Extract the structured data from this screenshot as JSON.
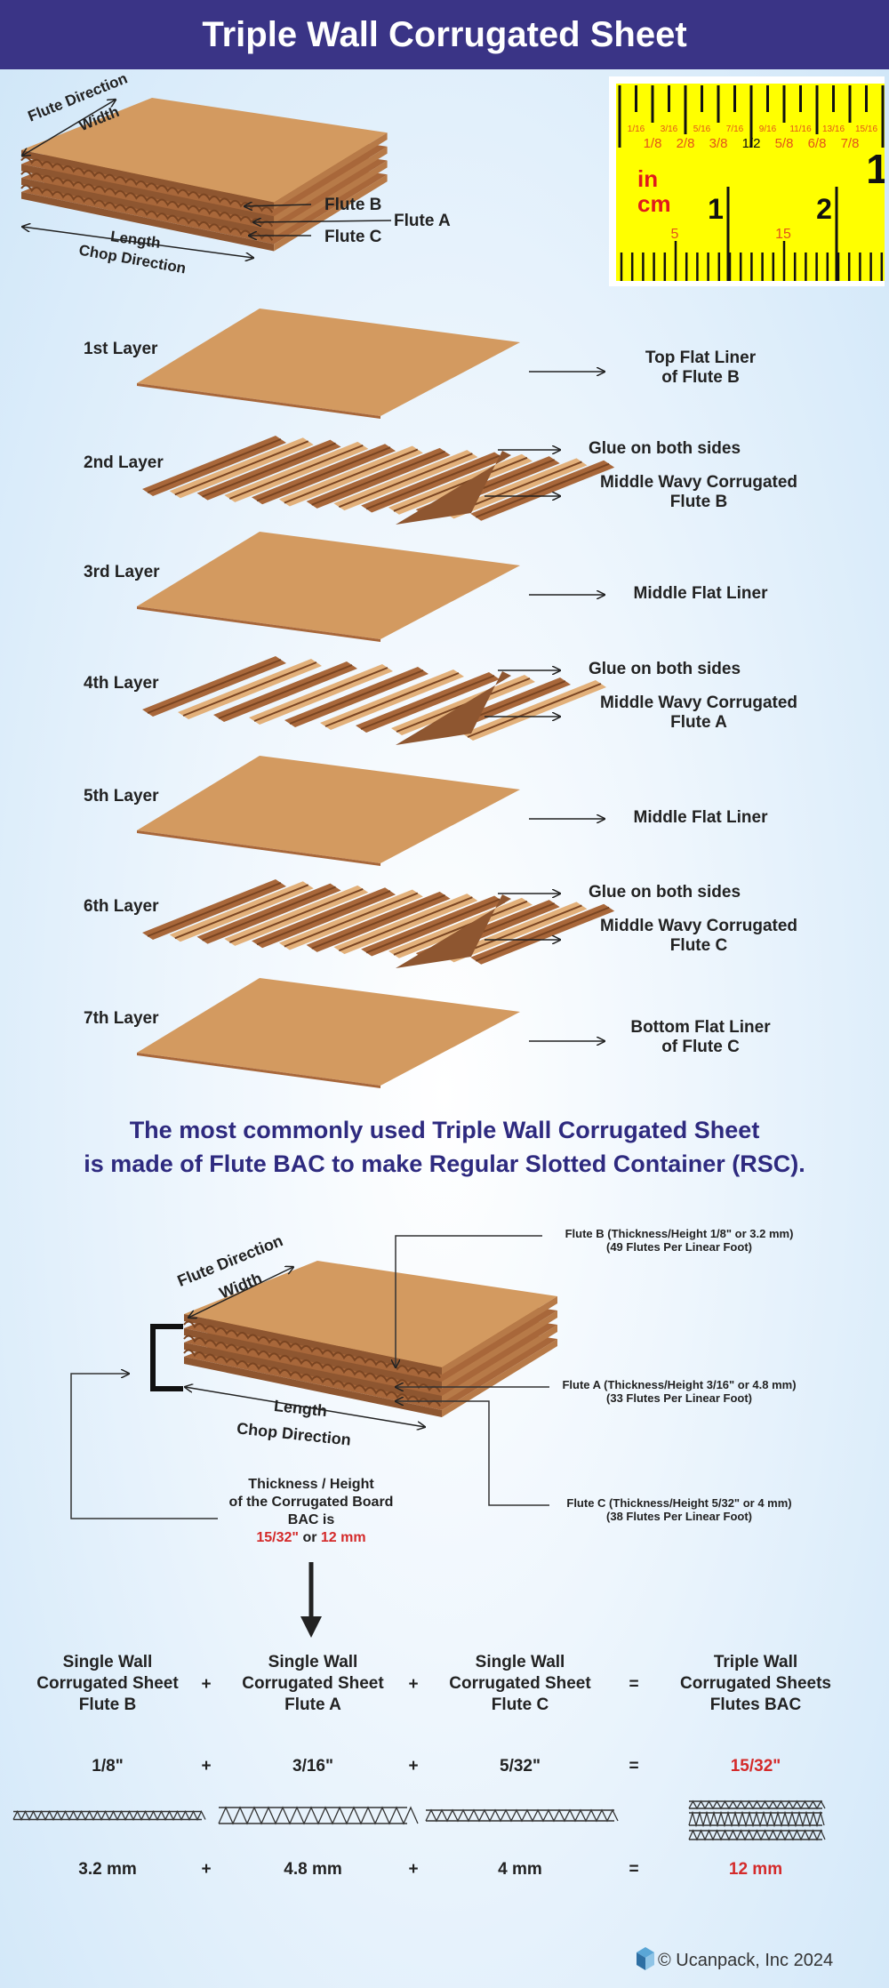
{
  "title": "Triple Wall Corrugated Sheet",
  "top_diagram": {
    "flute_direction": "Flute Direction",
    "width": "Width",
    "flute_b": "Flute B",
    "flute_a": "Flute A",
    "flute_c": "Flute C",
    "length": "Length",
    "chop_direction": "Chop Direction"
  },
  "ruler": {
    "unit_in": "in",
    "unit_cm": "cm",
    "inch_marks": [
      "1/16",
      "1/8",
      "3/16",
      "2/8",
      "5/16",
      "3/8",
      "7/16",
      "1/2",
      "9/16",
      "5/8",
      "11/16",
      "6/8",
      "13/16",
      "7/8",
      "15/16",
      "1"
    ],
    "cm_marks": [
      "1",
      "2"
    ],
    "mm_marks": [
      "5",
      "15"
    ],
    "colors": {
      "tape": "#ffff00",
      "fractions": "#e2531b",
      "units": "#e01b1b"
    }
  },
  "layers": [
    {
      "name": "1st Layer",
      "labels": [
        "Top Flat Liner",
        "of Flute B"
      ],
      "type": "flat"
    },
    {
      "name": "2nd Layer",
      "glue": "Glue on both sides",
      "labels": [
        "Middle Wavy Corrugated",
        "Flute B"
      ],
      "type": "corrugated"
    },
    {
      "name": "3rd Layer",
      "labels": [
        "Middle Flat Liner"
      ],
      "type": "flat"
    },
    {
      "name": "4th Layer",
      "glue": "Glue on both sides",
      "labels": [
        "Middle Wavy Corrugated",
        "Flute A"
      ],
      "type": "corrugated"
    },
    {
      "name": "5th Layer",
      "labels": [
        "Middle Flat Liner"
      ],
      "type": "flat"
    },
    {
      "name": "6th Layer",
      "glue": "Glue on both sides",
      "labels": [
        "Middle Wavy Corrugated",
        "Flute C"
      ],
      "type": "corrugated"
    },
    {
      "name": "7th Layer",
      "labels": [
        "Bottom Flat Liner",
        "of Flute C"
      ],
      "type": "flat"
    }
  ],
  "heading": [
    "The most commonly used Triple Wall Corrugated Sheet",
    "is made of Flute BAC to make Regular Slotted Container (RSC)."
  ],
  "bottom_diagram": {
    "flute_direction": "Flute Direction",
    "width": "Width",
    "length": "Length",
    "chop_direction": "Chop Direction",
    "flute_b": [
      "Flute B (Thickness/Height 1/8\" or 3.2 mm)",
      "(49 Flutes Per Linear Foot)"
    ],
    "flute_a": [
      "Flute A (Thickness/Height 3/16\" or 4.8 mm)",
      "(33 Flutes Per Linear Foot)"
    ],
    "flute_c": [
      "Flute C (Thickness/Height 5/32\" or 4 mm)",
      "(38 Flutes Per Linear Foot)"
    ],
    "thickness": [
      "Thickness / Height",
      "of the Corrugated Board",
      "BAC is"
    ],
    "thickness_value_in": "15/32\"",
    "thickness_or": " or ",
    "thickness_value_mm": "12 mm"
  },
  "equation": {
    "columns": [
      {
        "title": [
          "Single Wall",
          "Corrugated Sheet",
          "Flute B"
        ],
        "inch": "1/8\"",
        "mm": "3.2 mm"
      },
      {
        "title": [
          "Single Wall",
          "Corrugated Sheet",
          "Flute A"
        ],
        "inch": "3/16\"",
        "mm": "4.8 mm"
      },
      {
        "title": [
          "Single Wall",
          "Corrugated Sheet",
          "Flute C"
        ],
        "inch": "5/32\"",
        "mm": "4 mm"
      },
      {
        "title": [
          "Triple Wall",
          "Corrugated Sheets",
          "Flutes BAC"
        ],
        "inch": "15/32\"",
        "mm": "12 mm"
      }
    ],
    "plus": "+",
    "equals": "=",
    "result_color": "#d42a2a"
  },
  "footer": {
    "copyright": "© Ucanpack, Inc 2024",
    "icon": "box-logo-icon"
  },
  "colors": {
    "title_bar": "#3a3486",
    "heading": "#2e2a7f",
    "cardboard": "#d39a60",
    "cardboard_dark": "#a8673a"
  }
}
